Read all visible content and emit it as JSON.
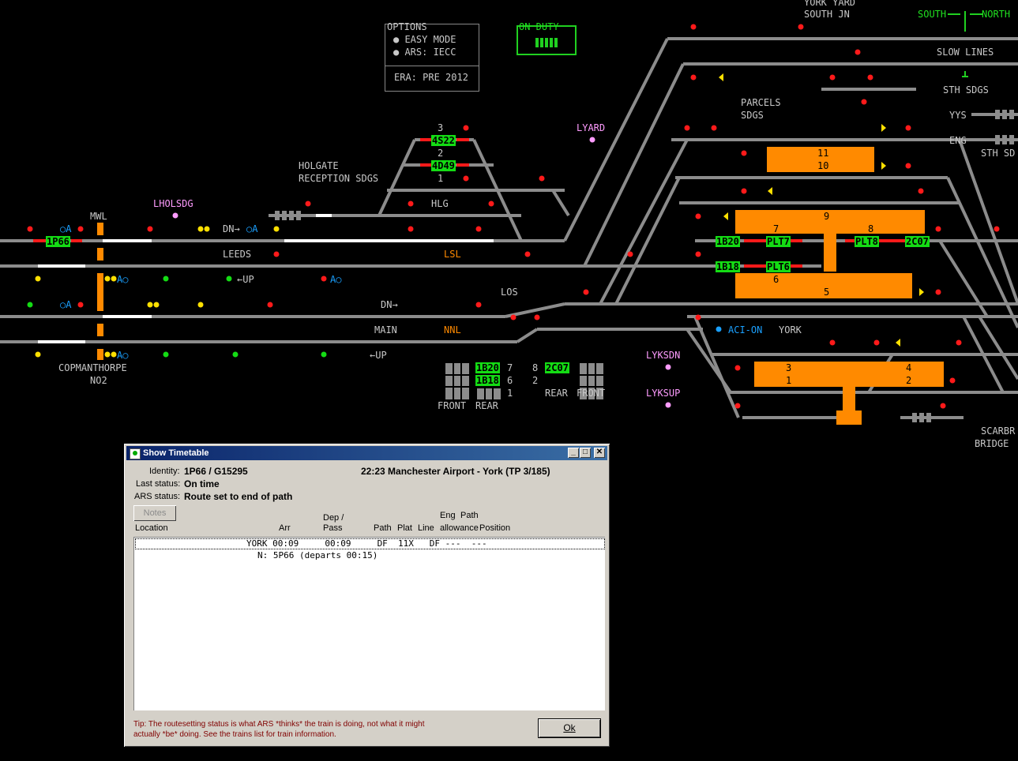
{
  "colors": {
    "track": "#8c8c8c",
    "route": "#ffffff",
    "platform": "#ff8a00",
    "berth": "#14dc14",
    "signal_red": "#ff1a1a",
    "signal_yellow": "#ffe000",
    "signal_green": "#14dc14"
  },
  "options": {
    "title": "OPTIONS",
    "easy_mode": "EASY MODE",
    "ars": "ARS: IECC",
    "era": "ERA: PRE 2012"
  },
  "on_duty": "ON DUTY",
  "direction": {
    "south": "SOUTH",
    "north": "NORTH"
  },
  "labels": {
    "york_yard_1": "YORK YARD",
    "york_yard_2": "SOUTH JN",
    "slow_lines": "SLOW LINES",
    "sth_sdgs": "STH SDGS",
    "parcels_1": "PARCELS",
    "parcels_2": "SDGS",
    "yys": "YYS",
    "eng": "ENG",
    "sth_sd": "STH SD",
    "lyard": "LYARD",
    "holgate_1": "HOLGATE",
    "holgate_2": "RECEPTION SDGS",
    "hlg": "HLG",
    "lholsdg": "LHOLSDG",
    "mwl": "MWL",
    "dn1": "DN",
    "oa1": "A",
    "leeds": "LEEDS",
    "lsl": "LSL",
    "up1": "UP",
    "los": "LOS",
    "dn2": "DN",
    "main": "MAIN",
    "nnl": "NNL",
    "up2": "UP",
    "copmanthorpe_1": "COPMANTHORPE",
    "copmanthorpe_2": "NO2",
    "aci_on": "ACI-ON",
    "york": "YORK",
    "lyksdn": "LYKSDN",
    "lyksup": "LYKSUP",
    "scarbr_1": "SCARBR",
    "scarbr_2": "BRIDGE",
    "n3": "3",
    "n2": "2",
    "n1": "1",
    "front1": "FRONT",
    "rear1": "REAR",
    "rear2": "REAR",
    "front2": "FRONT",
    "q7": "7",
    "q6": "6",
    "q1": "1",
    "q8": "8",
    "q2": "2",
    "a_blue_1": "A",
    "a_blue_2": "A",
    "a_blue_3": "A",
    "a_blue_4": "A",
    "a_blue_5": "A",
    "a_blue_6": "A"
  },
  "berths": {
    "b4S22": "4S22",
    "b4D49": "4D49",
    "b1P66": "1P66",
    "b1B20": "1B20",
    "bPLT7": "PLT7",
    "bPLT8": "PLT8",
    "b2C07": "2C07",
    "b1B18": "1B18",
    "bPLT6": "PLT6",
    "bq1B20": "1B20",
    "bq1B18": "1B18",
    "bq2C07": "2C07"
  },
  "platforms": {
    "p11": "11",
    "p10": "10",
    "p9": "9",
    "p7": "7",
    "p8": "8",
    "p6": "6",
    "p5": "5",
    "p3": "3",
    "p4": "4",
    "p1": "1",
    "p2": "2"
  },
  "dialog": {
    "title": "Show Timetable",
    "identity_label": "Identity:",
    "identity": "1P66 / G15295",
    "service": "22:23 Manchester Airport - York (TP 3/185)",
    "last_status_label": "Last status:",
    "last_status": "On time",
    "ars_status_label": "ARS status:",
    "ars_status": "Route set to end of path",
    "notes_button": "Notes",
    "columns": {
      "location": "Location",
      "arr": "Arr",
      "dep1": "Dep /",
      "dep2": "Pass",
      "path": "Path",
      "plat": "Plat",
      "line": "Line",
      "eng1": "Eng",
      "eng2": "allowance",
      "pos1": "Path",
      "pos2": "Position"
    },
    "rows": [
      "YORK 00:09     00:09     DF  11X   DF ---  ---",
      "N: 5P66 (departs 00:15)"
    ],
    "tip": "Tip: The routesetting status is what ARS *thinks* the train is doing, not what it might actually *be* doing. See the trains list for train information.",
    "ok_button": "Ok",
    "min_glyph": "_",
    "max_glyph": "□",
    "close_glyph": "✕"
  }
}
